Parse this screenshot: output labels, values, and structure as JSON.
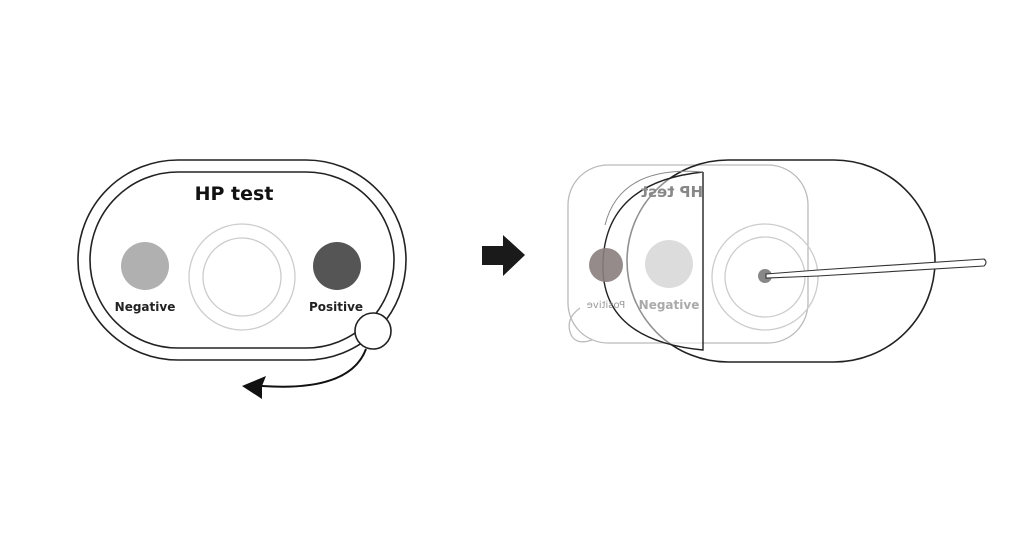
{
  "left_device": {
    "title": "HP test",
    "negative_label": "Negative",
    "positive_label": "Positive",
    "negative_color": "#b0b0b0",
    "positive_color": "#555555"
  },
  "right_device": {
    "title": "HP test",
    "negative_label": "Negative",
    "positive_label": "Positive",
    "negative_color": "#dcdcdc",
    "positive_color": "#8a7e7e"
  },
  "step_arrow_icon": "arrow-right-icon",
  "rotate_arrow_icon": "curved-arrow-icon"
}
